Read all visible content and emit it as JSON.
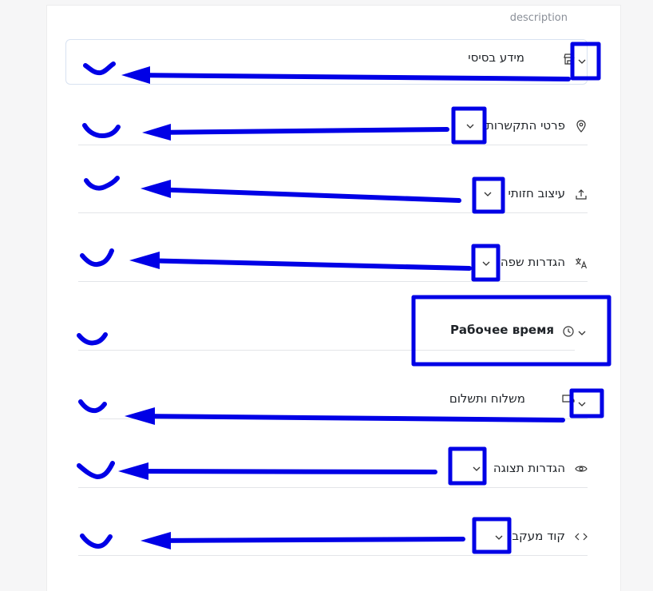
{
  "header": {
    "description_label": "description"
  },
  "sections": [
    {
      "title": "מידע בסיסי",
      "icon": "store-icon"
    },
    {
      "title": "פרטי התקשרות",
      "icon": "map-pin-icon"
    },
    {
      "title": "עיצוב חזותי",
      "icon": "upload-icon"
    },
    {
      "title": "הגדרות שפה",
      "icon": "translate-icon"
    },
    {
      "title": "Рабочее время",
      "icon": "clock-icon"
    },
    {
      "title": "משלוח ותשלום",
      "icon": "truck-icon"
    },
    {
      "title": "הגדרות תצוגה",
      "icon": "eye-icon"
    },
    {
      "title": "קוד מעקב",
      "icon": "code-icon"
    }
  ],
  "colors": {
    "annotation": "#0000e6",
    "text": "#1f2328",
    "divider": "#e3e5e8",
    "first_border": "#d8e2f1"
  }
}
